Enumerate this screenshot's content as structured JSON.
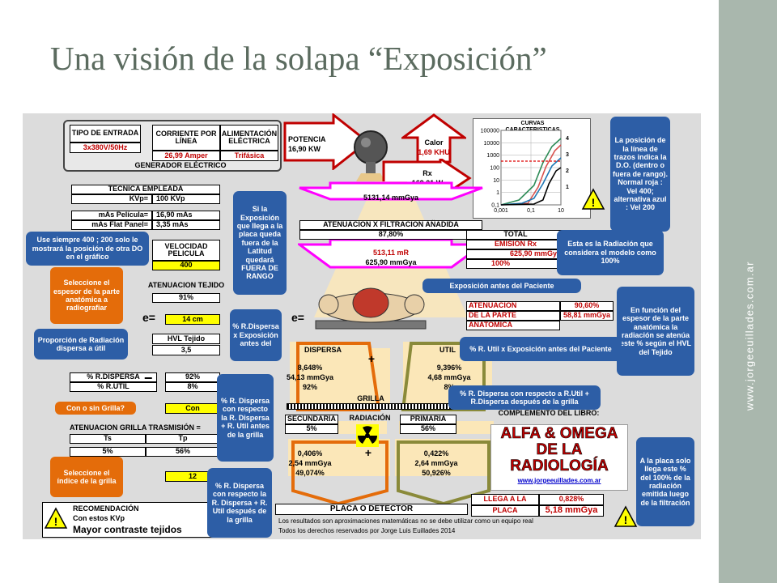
{
  "slide": {
    "title": "Una visión de la solapa “Exposición”",
    "side_url": "www.jorgeeuillades.com.ar"
  },
  "generator": {
    "tipo_entrada_label": "TIPO DE ENTRADA",
    "tipo_entrada_value": "3x380V/50Hz",
    "corriente_label": "CORRIENTE POR LÍNEA",
    "corriente_value": "26,99 Amper",
    "alimentacion_label": "ALIMENTACIÓN ELÉCTRICA",
    "alimentacion_value": "Trifásica",
    "caption": "GENERADOR ELÉCTRICO"
  },
  "potencia": {
    "label": "POTENCIA",
    "value": "16,90 KW"
  },
  "calor": {
    "label": "Calor",
    "value": "1,69 KHU"
  },
  "rx": {
    "label": "Rx",
    "value": "169,01 W"
  },
  "tecnica": {
    "header": "TECNICA EMPLEADA",
    "kvp_label": "KVp=",
    "kvp_value": "100 KVp",
    "mas_pel_label": "mAs Película=",
    "mas_pel_value": "16,90 mAs",
    "mas_flat_label": "mAs Flat Panel=",
    "mas_flat_value": "3,35 mAs"
  },
  "velocidad": {
    "label": "VELOCIDAD PELICULA",
    "value": "400"
  },
  "aten_tejido": {
    "label": "ATENUACION TEJIDO",
    "value": "91%"
  },
  "espesor": {
    "eq": "e=",
    "value": "14 cm",
    "eq2": "e="
  },
  "hvl": {
    "label": "HVL Tejido",
    "value": "3,5"
  },
  "dispersa_table": {
    "r1_label": "% R.DISPERSA",
    "r1_value": "92%",
    "r2_label": "% R.UTIL",
    "r2_value": "8%",
    "eq": "="
  },
  "grilla_q": {
    "value": "Con"
  },
  "aten_grilla": {
    "header": "ATENUACION GRILLA TRASMISIÓN =",
    "ts_label": "Ts",
    "tp_label": "Tp",
    "ts_value": "5%",
    "tp_value": "56%"
  },
  "indice": {
    "value": "12"
  },
  "recomendacion": {
    "line1": "RECOMENDACIÓN",
    "line2": "Con estos KVp",
    "line3": "Mayor contraste tejidos"
  },
  "beam": {
    "top_value": "5131,14 mmGya",
    "filt_label": "ATENUACION X FILTRACION AÑADIDA",
    "filt_value": "87,80%",
    "pre_mr": "513,11 mR",
    "pre_mgy": "625,90 mmGya"
  },
  "total": {
    "header": "TOTAL",
    "emision_label": "EMISION Rx",
    "emision_value": "625,90 mmGya",
    "pct": "100%"
  },
  "atenuacion_parte": {
    "l1": "ATENUACION",
    "v1": "90,60%",
    "l2": "DE LA PARTE",
    "v2": "58,81 mmGya",
    "l3": "ANATOMICA"
  },
  "dispersa_util": {
    "dispersa_label": "DISPERSA",
    "util_label": "UTIL",
    "plus": "+",
    "d_pct": "8,648%",
    "d_mgy": "54,13 mmGya",
    "d_ratio": "92%",
    "u_pct": "9,396%",
    "u_mgy": "4,68 mmGya",
    "u_ratio": "8%",
    "grilla_label": "GRILLA",
    "secundaria_label": "SECUNDARIA",
    "radiacion_label": "RADIACIÓN",
    "primaria_label": "PRIMARIA",
    "sec_pct": "5%",
    "pri_pct": "56%",
    "plus2": "+",
    "s_pct": "0,406%",
    "s_mgy": "2,54 mmGya",
    "s_ratio": "49,074%",
    "p_pct": "0,422%",
    "p_mgy": "2,64 mmGya",
    "p_ratio": "50,926%",
    "placa_label": "PLACA O DETECTOR"
  },
  "llega": {
    "l1": "LLEGA A LA",
    "v1": "0,828%",
    "l2": "PLACA",
    "v2": "5,18 mmGya"
  },
  "book": {
    "complement": "COMPLEMENTO DEL LIBRO:",
    "line1": "ALFA & OMEGA",
    "line2": "DE LA",
    "line3": "RADIOLOGÍA",
    "url": "www.jorgeeuillades.com.ar"
  },
  "footer": {
    "line1": "Los resultados son aproximaciones matemáticas no se debe utilizar como un equipo real",
    "line2": "Todos los derechos reservados por Jorge Luis Euillades 2014"
  },
  "chart": {
    "title": "CURVAS CARACTERISTICAS",
    "y_ticks": [
      "100000",
      "10000",
      "1000",
      "100",
      "10",
      "1",
      "0,1"
    ],
    "x_ticks": [
      "0,001",
      "0,1",
      "10"
    ],
    "right_ticks": [
      "4",
      "3",
      "2",
      "1"
    ]
  },
  "callouts": {
    "c_linea": "La posición de la línea de trazos indica la D.O. (dentro o fuera de rango). Normal roja : Vel 400; alternativa azul : Vel 200",
    "c_latitud": "Si la Exposición que llega a la placa queda fuera de la Latitud quedará FUERA DE RANGO",
    "c_velocidad": "Use siempre 400 ; 200 solo le mostrará la posición de otra DO en el gráfico",
    "c_espesor": "Seleccione el espesor de la parte anatómica a radiografiar",
    "c_proporcion": "Proporción de Radiación dispersa a útil",
    "c_considera": "Esta es la Radiación que considera el modelo como 100%",
    "c_antes": "Exposición antes del Paciente",
    "c_funcion": "En función del espesor de la parte anatómica la radiación se atenúa este % según el HVL del Tejido",
    "c_rdispersa": "% R.Dispersa x Exposición antes del",
    "c_rutil": "% R. Util x Exposición antes del Paciente",
    "c_rdisp_antes": "% R. Dispersa con respecto la R. Dispersa + R. Util antes de la grilla",
    "c_rdisp_util": "% R. Dispersa con respecto a R.Util + R.Dispersa después de la grilla",
    "c_grilla": "Con o sin Grilla?",
    "c_indice": "Seleccione el índice de la grilla",
    "c_rdisp_despues": "% R. Dispersa con respecto la R. Dispersa + R. Util después de la grilla",
    "c_placa": "A la placa solo llega este % del 100% de la radiación emitida luego de la filtración"
  },
  "colors": {
    "accent_blue": "#2d5ea6",
    "accent_orange": "#e46c0a",
    "sheet": "#dcdcdc",
    "title": "#5b6b5f",
    "side": "#a9b7ad"
  },
  "icons": [
    "xray-tube-icon",
    "warning-icon",
    "radiation-icon",
    "patient-icon"
  ]
}
